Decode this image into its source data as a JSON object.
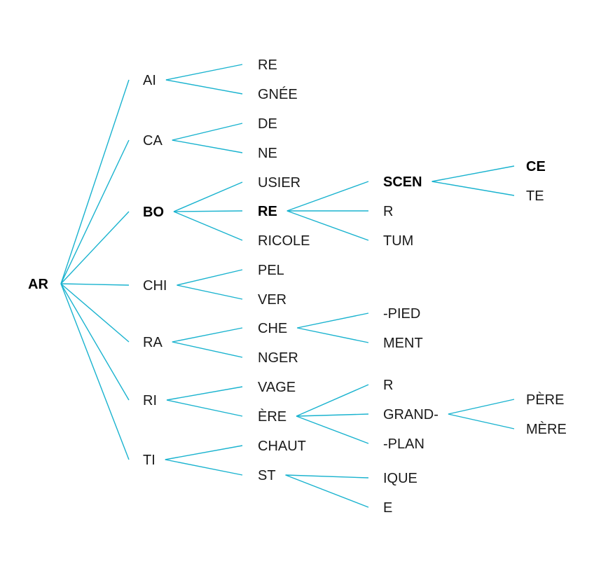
{
  "diagram": {
    "type": "word-tree",
    "line_color": "#1ab3cf",
    "root": {
      "label": "AR",
      "bold": true,
      "children": [
        {
          "label": "AI",
          "children": [
            {
              "label": "RE"
            },
            {
              "label": "GNÉE"
            }
          ]
        },
        {
          "label": "CA",
          "children": [
            {
              "label": "DE"
            },
            {
              "label": "NE"
            }
          ]
        },
        {
          "label": "BO",
          "bold": true,
          "children": [
            {
              "label": "USIER"
            },
            {
              "label": "RE",
              "bold": true,
              "children": [
                {
                  "label": "SCEN",
                  "bold": true,
                  "children": [
                    {
                      "label": "CE",
                      "bold": true
                    },
                    {
                      "label": "TE"
                    }
                  ]
                },
                {
                  "label": "R"
                },
                {
                  "label": "TUM"
                }
              ]
            },
            {
              "label": "RICOLE"
            }
          ]
        },
        {
          "label": "CHI",
          "children": [
            {
              "label": "PEL"
            },
            {
              "label": "VER"
            }
          ]
        },
        {
          "label": "RA",
          "children": [
            {
              "label": "CHE",
              "children": [
                {
                  "label": "-PIED"
                },
                {
                  "label": "MENT"
                }
              ]
            },
            {
              "label": "NGER"
            }
          ]
        },
        {
          "label": "RI",
          "children": [
            {
              "label": "VAGE"
            },
            {
              "label": "ÈRE",
              "children": [
                {
                  "label": "R"
                },
                {
                  "label": "GRAND-",
                  "children": [
                    {
                      "label": "PÈRE"
                    },
                    {
                      "label": "MÈRE"
                    }
                  ]
                },
                {
                  "label": "-PLAN"
                }
              ]
            }
          ]
        },
        {
          "label": "TI",
          "children": [
            {
              "label": "CHAUT"
            },
            {
              "label": "ST",
              "children": [
                {
                  "label": "IQUE"
                },
                {
                  "label": "E"
                }
              ]
            }
          ]
        }
      ]
    }
  }
}
